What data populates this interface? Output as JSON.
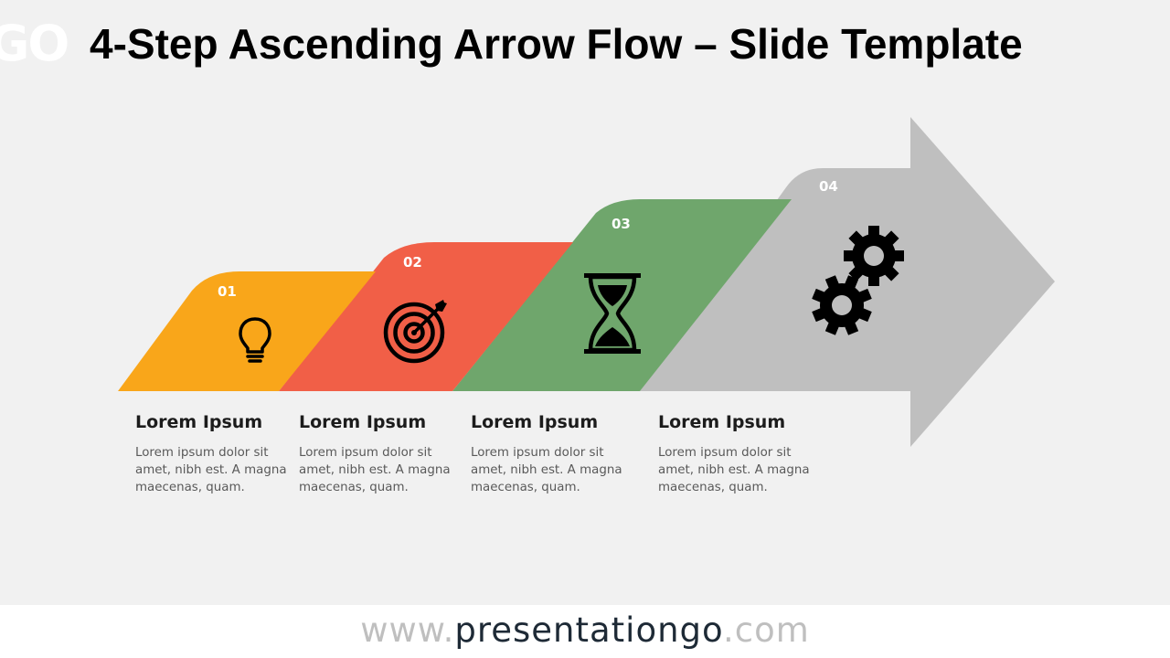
{
  "logo_fragment": "GO",
  "title": "4-Step Ascending Arrow Flow – Slide Template",
  "colors": {
    "step1": "#F9A61A",
    "step2": "#F15F47",
    "step3": "#6FA66C",
    "step4": "#BFBFBF",
    "background": "#F1F1F1"
  },
  "steps": [
    {
      "number": "01",
      "icon": "lightbulb-icon",
      "heading": "Lorem Ipsum",
      "body": "Lorem ipsum dolor sit amet, nibh est. A magna maecenas, quam."
    },
    {
      "number": "02",
      "icon": "target-icon",
      "heading": "Lorem Ipsum",
      "body": "Lorem ipsum dolor sit amet, nibh est. A magna maecenas, quam."
    },
    {
      "number": "03",
      "icon": "hourglass-icon",
      "heading": "Lorem Ipsum",
      "body": "Lorem ipsum dolor sit amet, nibh est. A magna maecenas, quam."
    },
    {
      "number": "04",
      "icon": "gears-icon",
      "heading": "Lorem Ipsum",
      "body": "Lorem ipsum dolor sit amet, nibh est. A magna maecenas, quam."
    }
  ],
  "footer": {
    "prefix": "www.",
    "brand": "presentationgo",
    "suffix": ".com"
  }
}
